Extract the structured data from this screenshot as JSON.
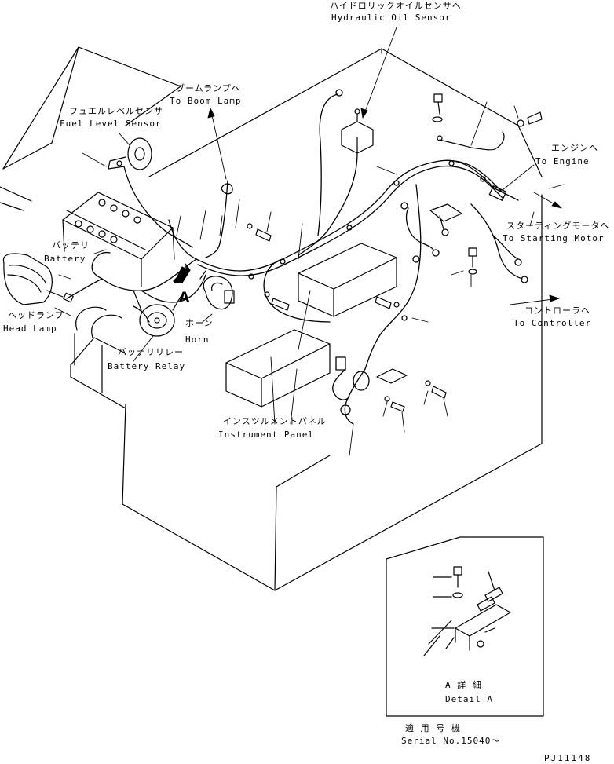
{
  "labels": {
    "hydraulic_sensor_jp": "ハイドロリックオイルセンサへ",
    "hydraulic_sensor_en": "Hydraulic Oil Sensor",
    "boom_lamp_jp": "ブームランプへ",
    "boom_lamp_en": "To Boom Lamp",
    "fuel_level_jp": "フュエルレベルセンサ",
    "fuel_level_en": "Fuel Level Sensor",
    "engine_jp": "エンジンへ",
    "engine_en": "To Engine",
    "starting_motor_jp": "スターティングモータへ",
    "starting_motor_en": "To Starting Motor",
    "battery_jp": "バッテリ",
    "battery_en": "Battery",
    "controller_jp": "コントローラへ",
    "controller_en": "To Controller",
    "head_lamp_jp": "ヘッドランプ",
    "head_lamp_en": "Head Lamp",
    "horn_jp": "ホーン",
    "horn_en": "Horn",
    "battery_relay_jp": "バッテリリレー",
    "battery_relay_en": "Battery Relay",
    "instrument_panel_jp": "インスツルメントパネル",
    "instrument_panel_en": "Instrument Panel",
    "view_marker": "A",
    "detail_jp": "A 詳 細",
    "detail_en": "Detail A",
    "serial_jp": "適 用 号 機",
    "serial_en": "Serial No.15040～",
    "drawing_code": "PJ11148"
  }
}
